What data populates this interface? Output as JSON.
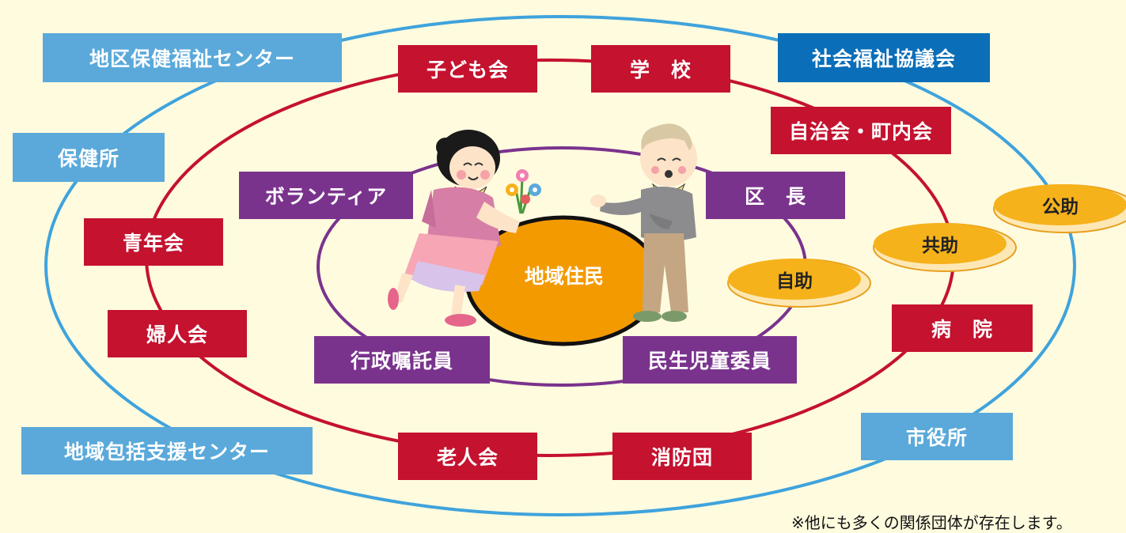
{
  "outer_ring": [
    {
      "id": "chiku-center",
      "label": "地区保健福祉センター"
    },
    {
      "id": "hokenjo",
      "label": "保健所"
    },
    {
      "id": "shakyo",
      "label": "社会福祉協議会"
    },
    {
      "id": "houkatsu",
      "label": "地域包括支援センター"
    },
    {
      "id": "shiyakusho",
      "label": "市役所"
    }
  ],
  "middle_ring": [
    {
      "id": "kodomokai",
      "label": "子ども会"
    },
    {
      "id": "gakko",
      "label": "学　校"
    },
    {
      "id": "jichikai",
      "label": "自治会・町内会"
    },
    {
      "id": "seinenkai",
      "label": "青年会"
    },
    {
      "id": "fujinkai",
      "label": "婦人会"
    },
    {
      "id": "byoin",
      "label": "病　院"
    },
    {
      "id": "rojinkai",
      "label": "老人会"
    },
    {
      "id": "shobodan",
      "label": "消防団"
    }
  ],
  "inner_ring": [
    {
      "id": "volunteer",
      "label": "ボランティア"
    },
    {
      "id": "kucho",
      "label": "区　長"
    },
    {
      "id": "shokutakuin",
      "label": "行政嘱託員"
    },
    {
      "id": "minsei",
      "label": "民生児童委員"
    }
  ],
  "center": {
    "label": "地域住民"
  },
  "help_levels": [
    {
      "id": "jijo",
      "label": "自助"
    },
    {
      "id": "kyojo",
      "label": "共助"
    },
    {
      "id": "kojo",
      "label": "公助"
    }
  ],
  "footnote": "※他にも多くの関係団体が存在します。",
  "colors": {
    "background": "#fffbdf",
    "outer_ring_line": "#3fa3dc",
    "middle_ring_line": "#c4122f",
    "inner_ring_line": "#7a338d",
    "outer_box": "#5aa9da",
    "outer_box_dark": "#0a6eb8",
    "middle_box": "#c4122f",
    "inner_box": "#7a338d",
    "center_fill": "#f39a00",
    "pill_fill": "#f6b21b"
  },
  "figures": [
    "woman-with-flowers",
    "elderly-man"
  ]
}
